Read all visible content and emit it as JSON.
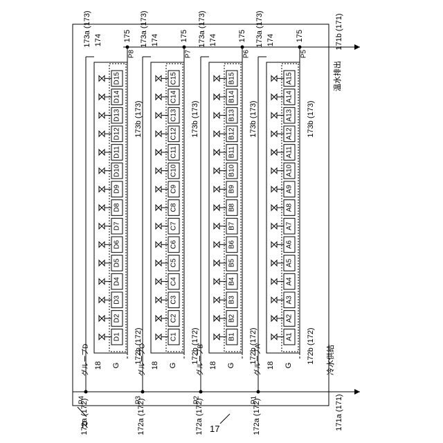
{
  "figure_ref": "17",
  "region_label": "R",
  "supply_note": "冷水供給",
  "exhaust_note": "温水排出",
  "supply_pipe_label": "171a (171)",
  "exhaust_pipe_label": "171b (171)",
  "cell_label": "18",
  "group_tick_label": "G",
  "groups": [
    {
      "name": "グループD",
      "prefix": "D",
      "inlet_point": "P4",
      "outlet_point": "P8",
      "inlet_pipe": "172a (172)",
      "outlet_pipe": "172b (172)",
      "branch_in": "173a (173)",
      "branch_out": "173b (173)",
      "valve_ref": "174",
      "head_ref": "175"
    },
    {
      "name": "グループC",
      "prefix": "C",
      "inlet_point": "P3",
      "outlet_point": "P7",
      "inlet_pipe": "172a (172)",
      "outlet_pipe": "172b (172)",
      "branch_in": "173a (173)",
      "branch_out": "173b (173)",
      "valve_ref": "174",
      "head_ref": "175"
    },
    {
      "name": "グループB",
      "prefix": "B",
      "inlet_point": "P2",
      "outlet_point": "P6",
      "inlet_pipe": "172a (172)",
      "outlet_pipe": "172b (172)",
      "branch_in": "173a (173)",
      "branch_out": "173b (173)",
      "valve_ref": "174",
      "head_ref": "175"
    },
    {
      "name": "グループA",
      "prefix": "A",
      "inlet_point": "P1",
      "outlet_point": "P5",
      "inlet_pipe": "172a (172)",
      "outlet_pipe": "172b (172)",
      "branch_in": "173a (173)",
      "branch_out": "173b (173)",
      "valve_ref": "174",
      "head_ref": "175"
    }
  ],
  "cells_per_group": 15
}
